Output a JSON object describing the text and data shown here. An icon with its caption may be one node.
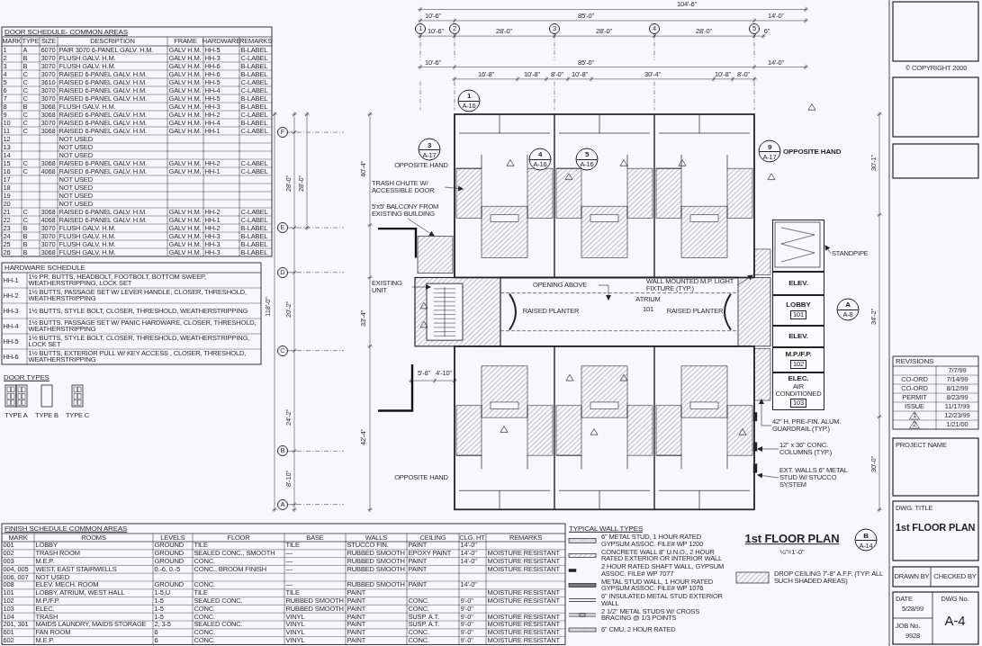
{
  "diagram": {
    "title": "1st FLOOR PLAN",
    "nodes": [
      {
        "text": [
          "TRASH CHUTE W/ ACCESSIBLE DOOR"
        ]
      },
      {
        "text": [
          "5'x5' BALCONY FROM EXISTING BUILDING"
        ]
      },
      {
        "text": [
          "EXISTING UNIT"
        ]
      },
      {
        "text": [
          "OPENING ABOVE"
        ]
      },
      {
        "text": [
          "WALL MOUNTED M.P. LIGHT FIXTURE (TYP.)"
        ]
      },
      {
        "text": [
          "STANDPIPE"
        ]
      },
      {
        "text": [
          "42\" H. PRE-FIN. ALUM. GUARDRAIL (TYP.)"
        ]
      },
      {
        "text": [
          "12\" x 36\" CONC. COLUMNS (TYP.)"
        ]
      },
      {
        "text": [
          "EXT. WALLS 6\" METAL STUD W/ STUCCO SYSTEM"
        ]
      },
      {
        "text": [
          "ELEV."
        ]
      },
      {
        "text": [
          "LOBBY",
          "101"
        ]
      },
      {
        "text": [
          "ELEV."
        ]
      },
      {
        "text": [
          "M.P./F.P.",
          "102"
        ]
      },
      {
        "text": [
          "ELEC.",
          "AIR CONDITIONED",
          "103"
        ]
      },
      {
        "text": [],
        "shape": "box"
      }
    ],
    "edges": [
      {
        "from": 0,
        "to": null,
        "arrow": "to"
      },
      {
        "from": 1,
        "to": null,
        "arrow": "to"
      },
      {
        "from": 2,
        "to": null,
        "arrow": "to"
      },
      {
        "from": 3,
        "to": null,
        "arrow": "to"
      },
      {
        "from": 4,
        "to": null,
        "arrow": "to"
      },
      {
        "from": 5,
        "to": 14,
        "arrow": "to"
      },
      {
        "from": 6,
        "to": null,
        "arrow": "to"
      },
      {
        "from": 7,
        "to": null,
        "arrow": "to"
      },
      {
        "from": 8,
        "to": null,
        "arrow": "to"
      }
    ],
    "labels": [
      "DOOR SCHEDULE- COMMON AREAS",
      "MARK",
      "TYPE",
      "SIZE",
      "DESCRIPTION",
      "FRAME",
      "HARDWARE",
      "REMARKS",
      "1",
      "A",
      "6070",
      "PAIR 3070 6-PANEL GALV. H.M.",
      "GALV H.M.",
      "HH-5",
      "B-LABEL",
      "2",
      "B",
      "3070",
      "FLUSH GALV. H.M.",
      "GALV H.M.",
      "HH-3",
      "C-LABEL",
      "3",
      "B",
      "3070",
      "FLUSH GALV. H.M.",
      "GALV H.M.",
      "HH-6",
      "B-LABEL",
      "4",
      "C",
      "3070",
      "RAISED 6-PANEL GALV. H.M.",
      "GALV H.M.",
      "HH-6",
      "B-LABEL",
      "5",
      "C",
      "3610",
      "RAISED 6-PANEL GALV. H.M.",
      "GALV H.M.",
      "HH-5",
      "C-LABEL",
      "6",
      "C",
      "3070",
      "RAISED 6-PANEL GALV. H.M.",
      "GALV H.M.",
      "HH-4",
      "C-LABEL",
      "7",
      "C",
      "3070",
      "RAISED 6-PANEL GALV. H.M.",
      "GALV H.M.",
      "HH-5",
      "B-LABEL",
      "8",
      "B",
      "3068",
      "FLUSH GALV. H.M.",
      "GALV H.M.",
      "HH-3",
      "B-LABEL",
      "9",
      "C",
      "3068",
      "RAISED 6-PANEL GALV. H.M.",
      "GALV H.M.",
      "HH-2",
      "C-LABEL",
      "10",
      "C",
      "3070",
      "RAISED 6-PANEL GALV. H.M.",
      "GALV H.M.",
      "HH-4",
      "B-LABEL",
      "11",
      "C",
      "3068",
      "RAISED 6-PANEL GALV. H.M.",
      "GALV H.M.",
      "HH-1",
      "C-LABEL",
      "12",
      "NOT USED",
      "13",
      "NOT USED",
      "14",
      "NOT USED",
      "15",
      "C",
      "3068",
      "RAISED 6-PANEL GALV. H.M.",
      "GALV H.M.",
      "HH-2",
      "C-LABEL",
      "16",
      "C",
      "4068",
      "RAISED 6-PANEL GALV. H.M.",
      "GALV H.M.",
      "HH-1",
      "C-LABEL",
      "17",
      "NOT USED",
      "18",
      "NOT USED",
      "19",
      "NOT USED",
      "20",
      "NOT USED",
      "21",
      "C",
      "3068",
      "RAISED 6-PANEL GALV. H.M.",
      "GALV H.M.",
      "HH-2",
      "C-LABEL",
      "22",
      "C",
      "4068",
      "RAISED 6-PANEL GALV. H.M.",
      "GALV H.M.",
      "HH-1",
      "C-LABEL",
      "23",
      "B",
      "3070",
      "FLUSH GALV. H.M.",
      "GALV H.M.",
      "HH-2",
      "B-LABEL",
      "24",
      "B",
      "3070",
      "FLUSH GALV. H.M.",
      "GALV H.M.",
      "HH-3",
      "B-LABEL",
      "25",
      "B",
      "3070",
      "FLUSH GALV. H.M.",
      "GALV H.M.",
      "HH-3",
      "B-LABEL",
      "26",
      "B",
      "3068",
      "FLUSH GALV. H.M.",
      "GALV H.M.",
      "HH-3",
      "B-LABEL",
      "HARDWARE SCHEDULE",
      "HH-1",
      "1½ PR. BUTTS, HEADBOLT, FOOTBOLT, BOTTOM SWEEP, WEATHERSTRIPPING, LOCK SET",
      "HH-2",
      "1½ BUTTS, PASSAGE SET W/ LEVER HANDLE, CLOSER, THRESHOLD, WEATHERSTRIPPING",
      "HH-3",
      "1½ BUTTS, STYLE BOLT, CLOSER, THRESHOLD, WEATHERSTRIPPING",
      "HH-4",
      "1½ BUTTS, PASSAGE SET W/ PANIC HARDWARE, CLOSER, THRESHOLD, WEATHERSTRIPPING",
      "HH-5",
      "1½ BUTTS, STYLE BOLT, CLOSER, THRESHOLD, WEATHERSTRIPPING, LOCK SET",
      "HH-6",
      "1½ BUTTS, EXTERIOR PULL W/ KEY ACCESS , CLOSER, THRESHOLD, WEATHERSTRIPPING",
      "DOOR TYPES",
      "TYPE A",
      "TYPE B",
      "TYPE C",
      "FINISH SCHEDULE COMMON AREAS",
      "MARK",
      "ROOMS",
      "LEVELS",
      "FLOOR",
      "BASE",
      "WALLS",
      "CEILING",
      "CLG. HT.",
      "REMARKS",
      "001",
      "LOBBY",
      "GROUND",
      "TILE",
      "TILE",
      "STUCCO FIN.",
      "PAINT",
      "14'-0\"",
      "002",
      "TRASH ROOM",
      "GROUND",
      "SEALED CONC., SMOOTH",
      "—",
      "RUBBED SMOOTH",
      "EPOXY PAINT",
      "14'-0\"",
      "MOISTURE RESISTANT",
      "003",
      "M.E.P.",
      "GROUND",
      "CONC.",
      "—",
      "RUBBED SMOOTH",
      "PAINT",
      "14'-0\"",
      "MOISTURE RESISTANT",
      "004, 005",
      "WEST, EAST STAIRWELLS",
      "0.-6, 0.-5",
      "CONC., BROOM FINISH",
      "—",
      "RUBBED SMOOTH",
      "PAINT",
      "MOISTURE RESISTANT",
      "006, 007",
      "NOT USED",
      "008",
      "ELEV. MECH. ROOM",
      "GROUND",
      "CONC.",
      "—",
      "RUBBED SMOOTH",
      "PAINT",
      "14'-0\"",
      "101",
      "LOBBY, ATRIUM, WEST HALL",
      "1-5,U",
      "TILE",
      "TILE",
      "PAINT",
      "MOISTURE RESISTANT",
      "102",
      "M.P./F.P.",
      "1-5",
      "SEALED CONC.",
      "RUBBED SMOOTH",
      "PAINT",
      "CONC.",
      "9'-0\"",
      "MOISTURE RESISTANT",
      "103",
      "ELEC.",
      "1-5",
      "CONC.",
      "RUBBED SMOOTH",
      "PAINT",
      "CONC.",
      "9'-0\"",
      "104",
      "TRASH",
      "1-5",
      "CONC.",
      "VINYL",
      "PAINT",
      "SUSP. A.T.",
      "9'-0\"",
      "MOISTURE RESISTANT",
      "201, 301",
      "MAIDS LAUNDRY, MAIDS STORAGE",
      "2, 3-5",
      "SEALED CONC.",
      "VINYL",
      "PAINT",
      "SUSP. A.T.",
      "9'-0\"",
      "MOISTURE RESISTANT",
      "601",
      "FAN ROOM",
      "6",
      "CONC.",
      "VINYL",
      "PAINT",
      "CONC.",
      "9'-0\"",
      "MOISTURE RESISTANT",
      "602",
      "M.E.P.",
      "6",
      "CONC.",
      "VINYL",
      "PAINT",
      "CONC.",
      "9'-0\"",
      "MOISTURE RESISTANT",
      "104'-6\"",
      "10'-6\"",
      "85'-0\"",
      "14'-0\"",
      "1",
      "10'-6\"",
      "2",
      "28'-0\"",
      "3",
      "28'-0\"",
      "4",
      "28'-0\"",
      "5",
      "6\"",
      "10'-6\"",
      "85'-0\"",
      "14'-0\"",
      "16'-8\"",
      "10'-8\"",
      "8'-0\"",
      "10'-8\"",
      "30'-4\"",
      "10'-8\"",
      "8'-0\"",
      "1",
      "A-16",
      "F",
      "3",
      "A-17",
      "OPPOSITE HAND",
      "4",
      "A-16",
      "5",
      "A-16",
      "9",
      "A-17",
      "OPPOSITE HAND",
      "30'-1\"",
      "28'-0\"",
      "28'-0\"",
      "40'-4\"",
      "E",
      "D",
      "RAISED PLANTER",
      "ATRIUM",
      "101",
      "RAISED PLANTER",
      "118'-0\"",
      "20'-2\"",
      "33'-4\"",
      "A",
      "A-8",
      "34'-2\"",
      "C",
      "5'-8\"",
      "4'-10\"",
      "24'-2\"",
      "42'-4\"",
      "B",
      "30'-0\"",
      "OPPOSITE HAND",
      "8'-10\"",
      "A",
      "TYPICAL WALL TYPES",
      "B",
      "A-14",
      "¼\"=1'-0\"",
      "© COPYRIGHT 2000",
      "REVISIONS",
      "7/7/99",
      "CO-ORD",
      "7/14/99",
      "CO-ORD",
      "8/12/99",
      "PERMIT",
      "8/23/99",
      "ISSUE",
      "11/17/99",
      "1",
      "12/23/99",
      "2",
      "1/21/00",
      "PROJECT NAME",
      "DWG. TITLE",
      "1st FLOOR PLAN",
      "DRAWN BY",
      "CHECKED BY",
      "DATE",
      "5/28/99",
      "DWG No.",
      "A-4",
      "JOB No.",
      "9928"
    ],
    "legend": [
      {
        "text": "6\" METAL STUD, 1 HOUR RATED GYPSUM ASSOC. FILE# WP 1200"
      },
      {
        "text": "CONCRETE WALL 8\" U.N.O., 2 HOUR RATED EXTERIOR OR INTERIOR WALL"
      },
      {
        "text": "2 HOUR RATED SHAFT WALL, GYPSUM ASSOC. FILE# WP 7077"
      },
      {
        "text": "METAL STUD WALL, 1 HOUR RATED GYPSUM ASSOC. FILE# WP 1076"
      },
      {
        "text": "6\" INSULATED METAL STUD EXTERIOR WALL"
      },
      {
        "text": "2 1/2\" METAL STUDS W/ CROSS BRACING @ 1/3 POINTS"
      },
      {
        "text": "6\" CMU, 2 HOUR RATED"
      },
      {
        "text": "DROP CEILING 7'-8\" A.F.F. (TYP. ALL SUCH SHADED AREAS)"
      }
    ]
  }
}
